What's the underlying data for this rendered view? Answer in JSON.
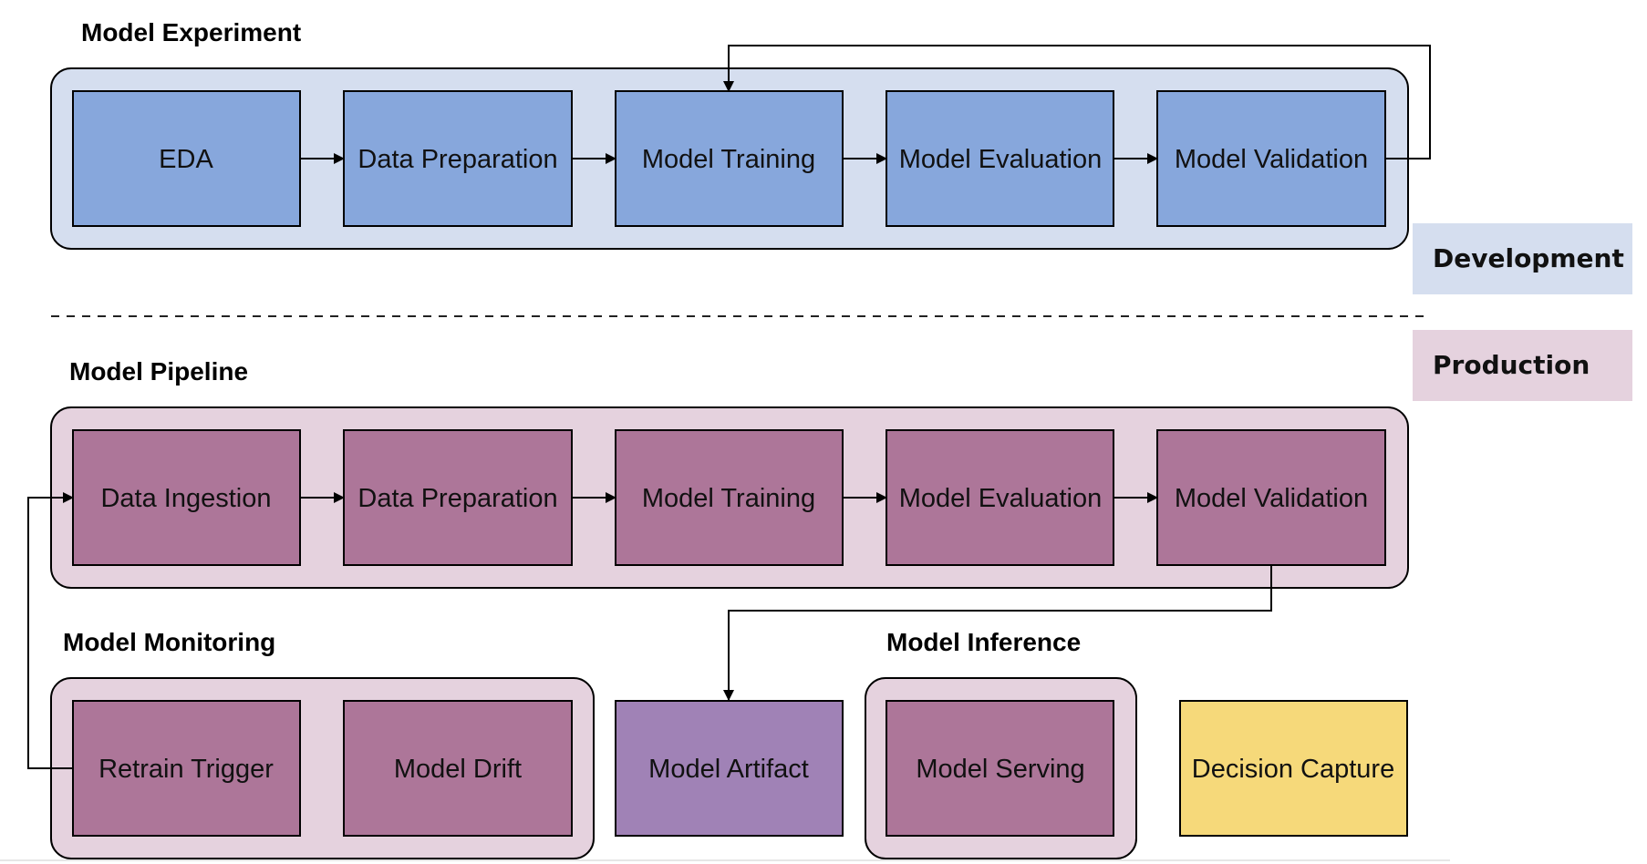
{
  "colors": {
    "dev_container": "#d5deef",
    "dev_node": "#87a7dc",
    "prod_container": "#e5d2de",
    "prod_node": "#ad7699",
    "artifact_node": "#a082b6",
    "decision_node": "#f6d97a",
    "dev_badge": "#d5deef",
    "prod_badge": "#e5d2de"
  },
  "experiment": {
    "title": "Model Experiment",
    "nodes": [
      "EDA",
      "Data Preparation",
      "Model Training",
      "Model Evaluation",
      "Model Validation"
    ]
  },
  "pipeline": {
    "title": "Model Pipeline",
    "nodes": [
      "Data Ingestion",
      "Data Preparation",
      "Model Training",
      "Model Evaluation",
      "Model Validation"
    ]
  },
  "monitoring": {
    "title": "Model Monitoring",
    "nodes": [
      "Retrain Trigger",
      "Model Drift"
    ]
  },
  "artifact": {
    "label": "Model Artifact"
  },
  "inference": {
    "title": "Model Inference",
    "nodes": [
      "Model Serving"
    ]
  },
  "decision": {
    "label": "Decision Capture"
  },
  "environments": {
    "development": "Development",
    "production": "Production"
  }
}
